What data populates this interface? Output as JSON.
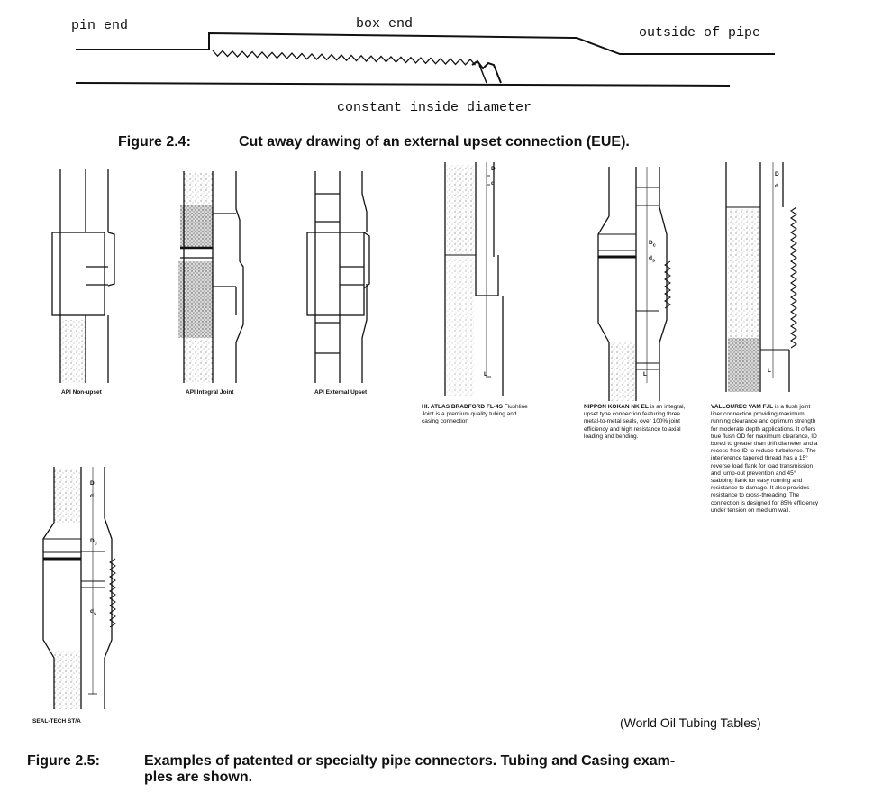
{
  "figure_2_4": {
    "labels": {
      "pin_end": "pin end",
      "box_end": "box end",
      "outside_of_pipe": "outside of pipe",
      "constant_inside_diameter": "constant inside diameter"
    },
    "caption_num": "Figure 2.4:",
    "caption_text": "Cut away drawing of an external upset connection (EUE)."
  },
  "figure_2_5": {
    "connectors": [
      {
        "name": "API Non-upset"
      },
      {
        "name": "API Integral Joint"
      },
      {
        "name": "API External Upset"
      },
      {
        "title": "HI. ATLAS BRADFORD FL-4S",
        "description": "Flushline Joint is a premium quality tubing and casing connection"
      },
      {
        "title": "NIPPON KOKAN NK EL",
        "description": "is an integral, upset type connection featuring three metal-to-metal seals, over 100% joint efficiency and high resistance to axial loading and bending."
      },
      {
        "title": "VALLOUREC VAM FJL",
        "description": "is a flush joint liner connection providing maximum running clearance and optimum strength for moderate depth applications. It offers true flush OD for maximum clearance, ID bored to greater than drift diameter and a recess-free ID to reduce turbulence. The interference tapered thread has a 15° reverse load flank for load transmission and jump-out prevention and 45° stabbing flank for easy running and resistance to damage. It also provides resistance to cross-threading. The connection is designed for 85% efficiency under tension on medium wall."
      },
      {
        "name": "SEAL-TECH ST/A"
      }
    ],
    "dimension_letters": {
      "D": "D",
      "d": "d",
      "L": "L",
      "Dc": "D",
      "Dc_sub": "c",
      "Ds": "d",
      "Ds_sub": "s"
    },
    "source": "(World Oil Tubing Tables)",
    "caption_num": "Figure 2.5:",
    "caption_text_line1": "Examples of patented or specialty pipe connectors. Tubing and Casing exam-",
    "caption_text_line2": "ples are shown."
  }
}
